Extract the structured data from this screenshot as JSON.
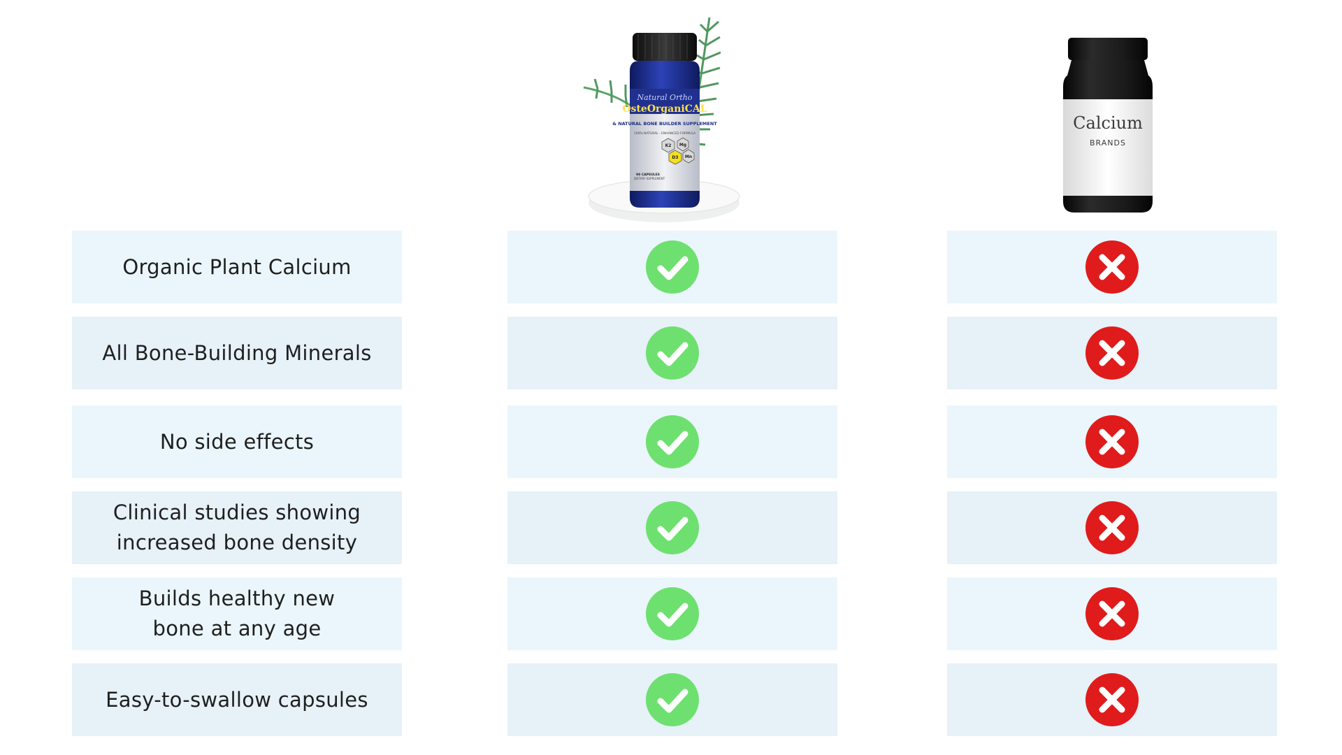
{
  "products": {
    "ours": {
      "brand_text": "Natural Ortho",
      "name_text": "OsteOrganiCAL",
      "subtitle_text": "& NATURAL BONE BUILDER SUPPLEMENT",
      "tagline_text": "100% NATURAL · ENHANCED FORMULA",
      "count_text": "90 CAPSULES",
      "dietary_text": "DIETARY SUPPLEMENT",
      "nutrients": [
        "K2",
        "Mg",
        "D3",
        "Mn"
      ]
    },
    "others": {
      "label_title": "Calcium",
      "label_subtitle": "BRANDS"
    }
  },
  "rows": [
    {
      "feature": "Organic Plant Calcium",
      "ours": "check-icon",
      "others": "x-icon"
    },
    {
      "feature": "All Bone-Building Minerals",
      "ours": "check-icon",
      "others": "x-icon"
    },
    {
      "feature": "No side effects",
      "ours": "check-icon",
      "others": "x-icon"
    },
    {
      "feature": "Clinical studies showing\nincreased bone density",
      "ours": "check-icon",
      "others": "x-icon"
    },
    {
      "feature": "Builds healthy new\nbone at any age",
      "ours": "check-icon",
      "others": "x-icon"
    },
    {
      "feature": "Easy-to-swallow capsules",
      "ours": "check-icon",
      "others": "x-icon"
    }
  ],
  "colors": {
    "row_tint_a": "#eaf6fb",
    "row_tint_b": "#e6f1f8",
    "check": "#6ee06f",
    "cross": "#e01b1b",
    "bottle_blue": "#1d2e86"
  }
}
